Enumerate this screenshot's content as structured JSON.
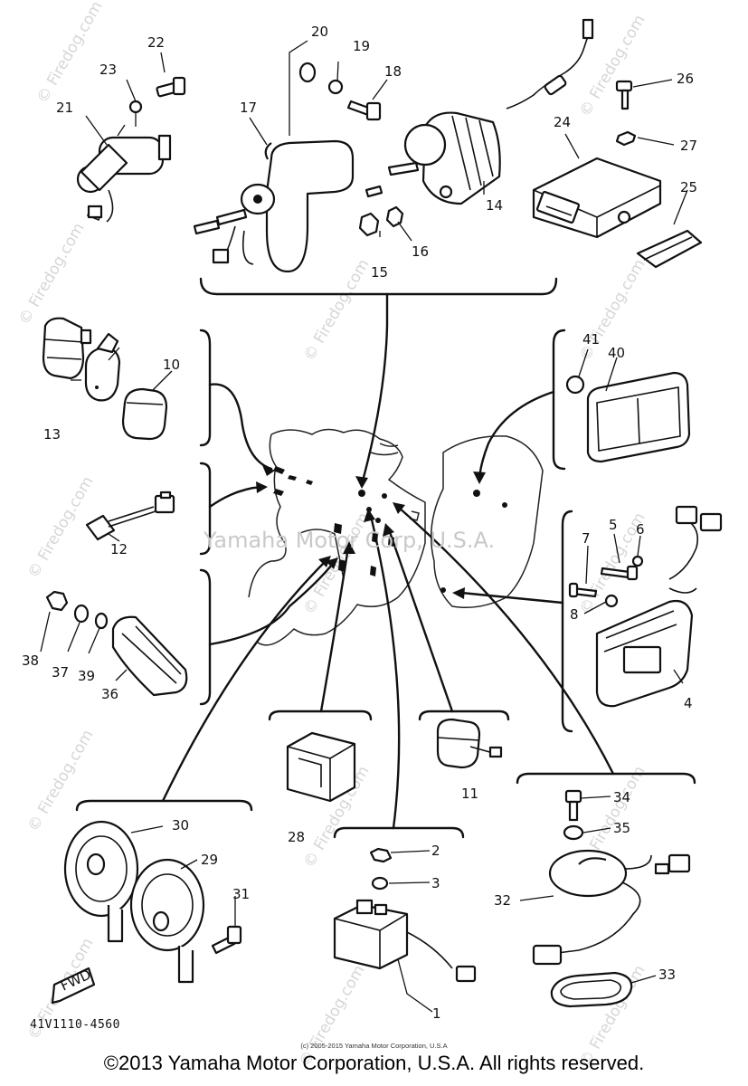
{
  "diagram": {
    "part_code": "41V1110-4560",
    "center_watermark": "Yamaha Motor Corp, U.S.A.",
    "watermark_text": "© Firedog.com",
    "small_copyright": "(c) 2005-2015 Yamaha Motor Corporation, U.S.A",
    "main_copyright": "©2013 Yamaha Motor Corporation, U.S.A. All rights reserved.",
    "fwd_label": "FWD",
    "callouts": [
      "1",
      "2",
      "3",
      "4",
      "5",
      "6",
      "7",
      "8",
      "10",
      "11",
      "12",
      "13",
      "14",
      "15",
      "16",
      "17",
      "18",
      "19",
      "20",
      "21",
      "22",
      "23",
      "24",
      "25",
      "26",
      "27",
      "28",
      "29",
      "30",
      "31",
      "32",
      "33",
      "34",
      "35",
      "36",
      "37",
      "38",
      "39",
      "40",
      "41"
    ]
  }
}
